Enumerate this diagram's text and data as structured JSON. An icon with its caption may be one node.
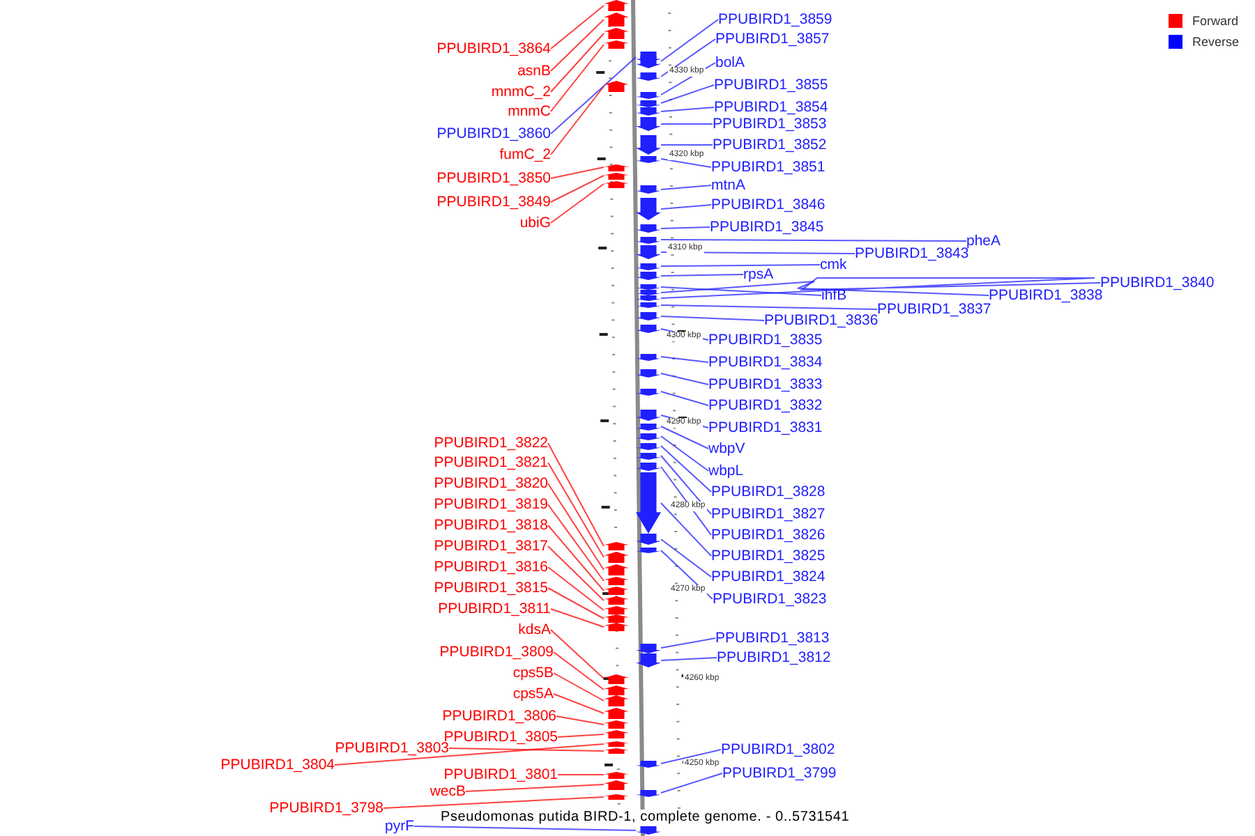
{
  "diagram": {
    "caption": "Pseudomonas putida BIRD-1, complete genome. - 0..5731541",
    "nodes": [
      {
        "text": [
          "PPUBIRD1_3864"
        ]
      },
      {
        "text": [
          "asnB"
        ]
      },
      {
        "text": [
          "mnmC_2"
        ]
      },
      {
        "text": [
          "mnmC"
        ]
      },
      {
        "text": [
          "PPUBIRD1_3860"
        ]
      },
      {
        "text": [
          "fumC_2"
        ]
      },
      {
        "text": [
          "PPUBIRD1_3850"
        ]
      },
      {
        "text": [
          "PPUBIRD1_3849"
        ]
      },
      {
        "text": [
          "ubiG"
        ]
      },
      {
        "text": [
          "PPUBIRD1_3822"
        ]
      },
      {
        "text": [
          "PPUBIRD1_3821"
        ]
      },
      {
        "text": [
          "PPUBIRD1_3820"
        ]
      },
      {
        "text": [
          "PPUBIRD1_3819"
        ]
      },
      {
        "text": [
          "PPUBIRD1_3818"
        ]
      },
      {
        "text": [
          "PPUBIRD1_3817"
        ]
      },
      {
        "text": [
          "PPUBIRD1_3816"
        ]
      },
      {
        "text": [
          "PPUBIRD1_3815"
        ]
      },
      {
        "text": [
          "PPUBIRD1_3811"
        ]
      },
      {
        "text": [
          "kdsA"
        ]
      },
      {
        "text": [
          "PPUBIRD1_3809"
        ]
      },
      {
        "text": [
          "cps5B"
        ]
      },
      {
        "text": [
          "cps5A"
        ]
      },
      {
        "text": [
          "PPUBIRD1_3806"
        ]
      },
      {
        "text": [
          "PPUBIRD1_3805"
        ]
      },
      {
        "text": [
          "PPUBIRD1_3804"
        ]
      },
      {
        "text": [
          "PPUBIRD1_3803"
        ]
      },
      {
        "text": [
          "PPUBIRD1_3801"
        ]
      },
      {
        "text": [
          "wecB"
        ]
      },
      {
        "text": [
          "PPUBIRD1_3798"
        ]
      },
      {
        "text": [
          "pyrF"
        ]
      },
      {
        "text": [
          "PPUBIRD1_3859"
        ]
      },
      {
        "text": [
          "PPUBIRD1_3857"
        ]
      },
      {
        "text": [
          "bolA"
        ]
      },
      {
        "text": [
          "PPUBIRD1_3855"
        ]
      },
      {
        "text": [
          "PPUBIRD1_3854"
        ]
      },
      {
        "text": [
          "PPUBIRD1_3853"
        ]
      },
      {
        "text": [
          "PPUBIRD1_3852"
        ]
      },
      {
        "text": [
          "PPUBIRD1_3851"
        ]
      },
      {
        "text": [
          "mtnA"
        ]
      },
      {
        "text": [
          "PPUBIRD1_3846"
        ]
      },
      {
        "text": [
          "PPUBIRD1_3845"
        ]
      },
      {
        "text": [
          "pheA"
        ]
      },
      {
        "text": [
          "PPUBIRD1_3843"
        ]
      },
      {
        "text": [
          "cmk"
        ]
      },
      {
        "text": [
          "rpsA"
        ]
      },
      {
        "text": [
          "ihfB"
        ]
      },
      {
        "text": [
          "PPUBIRD1_3838"
        ]
      },
      {
        "text": [
          "PPUBIRD1_3840"
        ]
      },
      {
        "text": [
          "PPUBIRD1_3837"
        ]
      },
      {
        "text": [
          "PPUBIRD1_3836"
        ]
      },
      {
        "text": [
          "PPUBIRD1_3835"
        ]
      },
      {
        "text": [
          "PPUBIRD1_3834"
        ]
      },
      {
        "text": [
          "PPUBIRD1_3833"
        ]
      },
      {
        "text": [
          "PPUBIRD1_3832"
        ]
      },
      {
        "text": [
          "PPUBIRD1_3831"
        ]
      },
      {
        "text": [
          "wbpV"
        ]
      },
      {
        "text": [
          "wbpL"
        ]
      },
      {
        "text": [
          "PPUBIRD1_3828"
        ]
      },
      {
        "text": [
          "PPUBIRD1_3827"
        ]
      },
      {
        "text": [
          "PPUBIRD1_3826"
        ]
      },
      {
        "text": [
          "PPUBIRD1_3825"
        ]
      },
      {
        "text": [
          "PPUBIRD1_3824"
        ]
      },
      {
        "text": [
          "PPUBIRD1_3823"
        ]
      },
      {
        "text": [
          "PPUBIRD1_3813"
        ]
      },
      {
        "text": [
          "PPUBIRD1_3812"
        ]
      },
      {
        "text": [
          "PPUBIRD1_3802"
        ]
      },
      {
        "text": [
          "PPUBIRD1_3799"
        ]
      },
      {
        "text": [],
        "shape": "arrow"
      },
      {
        "text": [],
        "shape": "arrow"
      },
      {
        "text": [],
        "shape": "arrow"
      },
      {
        "text": [],
        "shape": "arrow"
      },
      {
        "text": [],
        "shape": "arrow"
      },
      {
        "text": [],
        "shape": "arrow"
      },
      {
        "text": [],
        "shape": "arrow"
      },
      {
        "text": [],
        "shape": "arrow"
      },
      {
        "text": [],
        "shape": "arrow"
      },
      {
        "text": [],
        "shape": "arrow"
      },
      {
        "text": [],
        "shape": "arrow"
      },
      {
        "text": [],
        "shape": "arrow"
      },
      {
        "text": [],
        "shape": "arrow"
      },
      {
        "text": [],
        "shape": "arrow"
      },
      {
        "text": [],
        "shape": "arrow"
      },
      {
        "text": [],
        "shape": "arrow"
      },
      {
        "text": [],
        "shape": "arrow"
      },
      {
        "text": [],
        "shape": "arrow"
      },
      {
        "text": [],
        "shape": "arrow"
      },
      {
        "text": [],
        "shape": "arrow"
      },
      {
        "text": [],
        "shape": "arrow"
      },
      {
        "text": [],
        "shape": "arrow"
      },
      {
        "text": [],
        "shape": "arrow"
      },
      {
        "text": [],
        "shape": "arrow"
      },
      {
        "text": [],
        "shape": "arrow"
      },
      {
        "text": [],
        "shape": "arrow"
      },
      {
        "text": [],
        "shape": "arrow"
      },
      {
        "text": [],
        "shape": "arrow"
      },
      {
        "text": [],
        "shape": "arrow"
      },
      {
        "text": [],
        "shape": "arrow"
      },
      {
        "text": [],
        "shape": "arrow"
      },
      {
        "text": [],
        "shape": "arrow"
      },
      {
        "text": [],
        "shape": "arrow"
      },
      {
        "text": [],
        "shape": "arrow"
      },
      {
        "text": [],
        "shape": "arrow"
      },
      {
        "text": [],
        "shape": "arrow"
      },
      {
        "text": [],
        "shape": "arrow"
      },
      {
        "text": [],
        "shape": "arrow"
      },
      {
        "text": [],
        "shape": "arrow"
      },
      {
        "text": [],
        "shape": "arrow"
      },
      {
        "text": [],
        "shape": "arrow"
      },
      {
        "text": [],
        "shape": "arrow"
      },
      {
        "text": [],
        "shape": "arrow"
      },
      {
        "text": [],
        "shape": "arrow"
      },
      {
        "text": [],
        "shape": "arrow"
      },
      {
        "text": [],
        "shape": "arrow"
      },
      {
        "text": [],
        "shape": "arrow"
      },
      {
        "text": [],
        "shape": "arrow"
      },
      {
        "text": [],
        "shape": "arrow"
      },
      {
        "text": [],
        "shape": "arrow"
      },
      {
        "text": [],
        "shape": "arrow"
      },
      {
        "text": [],
        "shape": "arrow"
      },
      {
        "text": [],
        "shape": "arrow"
      },
      {
        "text": [],
        "shape": "arrow"
      },
      {
        "text": [],
        "shape": "arrow"
      },
      {
        "text": [],
        "shape": "arrow"
      },
      {
        "text": [],
        "shape": "arrow"
      },
      {
        "text": [],
        "shape": "arrow"
      },
      {
        "text": [],
        "shape": "arrow"
      },
      {
        "text": [],
        "shape": "arrow"
      },
      {
        "text": [],
        "shape": "arrow"
      },
      {
        "text": [],
        "shape": "arrow"
      },
      {
        "text": [],
        "shape": "arrow"
      },
      {
        "text": [],
        "shape": "arrow"
      },
      {
        "text": [],
        "shape": "arrow"
      },
      {
        "text": [],
        "shape": "arrow"
      },
      {
        "text": [],
        "shape": "arrow"
      }
    ],
    "edges": [
      {
        "from": 0,
        "to": 67,
        "arrow": "none",
        "color": "#ff0000"
      },
      {
        "from": 1,
        "to": 68,
        "arrow": "none",
        "color": "#ff0000"
      },
      {
        "from": 2,
        "to": 69,
        "arrow": "none",
        "color": "#ff0000"
      },
      {
        "from": 3,
        "to": 70,
        "arrow": "none",
        "color": "#ff0000"
      },
      {
        "from": 4,
        "to": 71,
        "arrow": "none"
      },
      {
        "from": 5,
        "to": 72,
        "arrow": "none",
        "color": "#ff0000"
      },
      {
        "from": 6,
        "to": 73,
        "arrow": "none",
        "color": "#ff0000"
      },
      {
        "from": 7,
        "to": 74,
        "arrow": "none",
        "color": "#ff0000"
      },
      {
        "from": 8,
        "to": 75,
        "arrow": "none",
        "color": "#ff0000"
      },
      {
        "from": 9,
        "to": 76,
        "arrow": "none",
        "color": "#ff0000"
      },
      {
        "from": 10,
        "to": 77,
        "arrow": "none",
        "color": "#ff0000"
      },
      {
        "from": 11,
        "to": 78,
        "arrow": "none",
        "color": "#ff0000"
      },
      {
        "from": 12,
        "to": 79,
        "arrow": "none",
        "color": "#ff0000"
      },
      {
        "from": 13,
        "to": 80,
        "arrow": "none",
        "color": "#ff0000"
      },
      {
        "from": 14,
        "to": 81,
        "arrow": "none",
        "color": "#ff0000"
      },
      {
        "from": 15,
        "to": 82,
        "arrow": "none",
        "color": "#ff0000"
      },
      {
        "from": 16,
        "to": 83,
        "arrow": "none",
        "color": "#ff0000"
      },
      {
        "from": 17,
        "to": 84,
        "arrow": "none",
        "color": "#ff0000"
      },
      {
        "from": 18,
        "to": 85,
        "arrow": "none",
        "color": "#ff0000"
      },
      {
        "from": 19,
        "to": 86,
        "arrow": "none",
        "color": "#ff0000"
      },
      {
        "from": 20,
        "to": 87,
        "arrow": "none",
        "color": "#ff0000"
      },
      {
        "from": 21,
        "to": 88,
        "arrow": "none",
        "color": "#ff0000"
      },
      {
        "from": 22,
        "to": 89,
        "arrow": "none",
        "color": "#ff0000"
      },
      {
        "from": 23,
        "to": 90,
        "arrow": "none",
        "color": "#ff0000"
      },
      {
        "from": 24,
        "to": 91,
        "arrow": "none",
        "color": "#ff0000"
      },
      {
        "from": 25,
        "to": 92,
        "arrow": "none",
        "color": "#ff0000"
      },
      {
        "from": 26,
        "to": 93,
        "arrow": "none",
        "color": "#ff0000"
      },
      {
        "from": 27,
        "to": 94,
        "arrow": "none",
        "color": "#ff0000"
      },
      {
        "from": 28,
        "to": 95,
        "arrow": "none",
        "color": "#ff0000"
      },
      {
        "from": 29,
        "to": 96,
        "arrow": "none"
      },
      {
        "from": 30,
        "to": 97,
        "arrow": "none"
      },
      {
        "from": 31,
        "to": 98,
        "arrow": "none"
      },
      {
        "from": 32,
        "to": 99,
        "arrow": "none"
      },
      {
        "from": 33,
        "to": 100,
        "arrow": "none"
      },
      {
        "from": 34,
        "to": 101,
        "arrow": "none"
      },
      {
        "from": 35,
        "to": 102,
        "arrow": "none"
      },
      {
        "from": 36,
        "to": 103,
        "arrow": "none"
      },
      {
        "from": 37,
        "to": 104,
        "arrow": "none"
      },
      {
        "from": 38,
        "to": 105,
        "arrow": "none"
      },
      {
        "from": 39,
        "to": 106,
        "arrow": "none"
      },
      {
        "from": 40,
        "to": 107,
        "arrow": "none"
      },
      {
        "from": 41,
        "to": 108,
        "arrow": "none"
      },
      {
        "from": 42,
        "to": 109,
        "arrow": "none"
      },
      {
        "from": 43,
        "to": 110,
        "arrow": "none"
      },
      {
        "from": 44,
        "to": 111,
        "arrow": "none"
      },
      {
        "from": 45,
        "to": 112,
        "arrow": "none"
      },
      {
        "from": 46,
        "to": 113,
        "arrow": "none"
      },
      {
        "from": 47,
        "to": 114,
        "arrow": "none"
      },
      {
        "from": 48,
        "to": 115,
        "arrow": "none"
      },
      {
        "from": 49,
        "to": 116,
        "arrow": "none"
      },
      {
        "from": 50,
        "to": 117,
        "arrow": "none"
      },
      {
        "from": 51,
        "to": 118,
        "arrow": "none"
      },
      {
        "from": 52,
        "to": 119,
        "arrow": "none"
      },
      {
        "from": 53,
        "to": 120,
        "arrow": "none"
      },
      {
        "from": 54,
        "to": 121,
        "arrow": "none"
      },
      {
        "from": 55,
        "to": 122,
        "arrow": "none"
      },
      {
        "from": 56,
        "to": 123,
        "arrow": "none"
      },
      {
        "from": 57,
        "to": 124,
        "arrow": "none"
      },
      {
        "from": 58,
        "to": 125,
        "arrow": "none"
      },
      {
        "from": 59,
        "to": 126,
        "arrow": "none"
      },
      {
        "from": 60,
        "to": 127,
        "arrow": "none"
      },
      {
        "from": 61,
        "to": 128,
        "arrow": "none"
      },
      {
        "from": 62,
        "to": 129,
        "arrow": "none"
      },
      {
        "from": 63,
        "to": 130,
        "arrow": "none"
      },
      {
        "from": 64,
        "to": 131,
        "arrow": "none"
      },
      {
        "from": 65,
        "to": 132,
        "arrow": "none"
      },
      {
        "from": 66,
        "to": 133,
        "arrow": "none"
      }
    ],
    "labels": [
      "4330 kbp",
      "4320 kbp",
      "4310 kbp",
      "4300 kbp",
      "4290 kbp",
      "4280 kbp",
      "4270 kbp",
      "4260 kbp",
      "4250 kbp"
    ],
    "legend": [
      {
        "text": "Forward",
        "color": "#ff0000"
      },
      {
        "text": "Reverse",
        "color": "#0000ff"
      }
    ]
  }
}
